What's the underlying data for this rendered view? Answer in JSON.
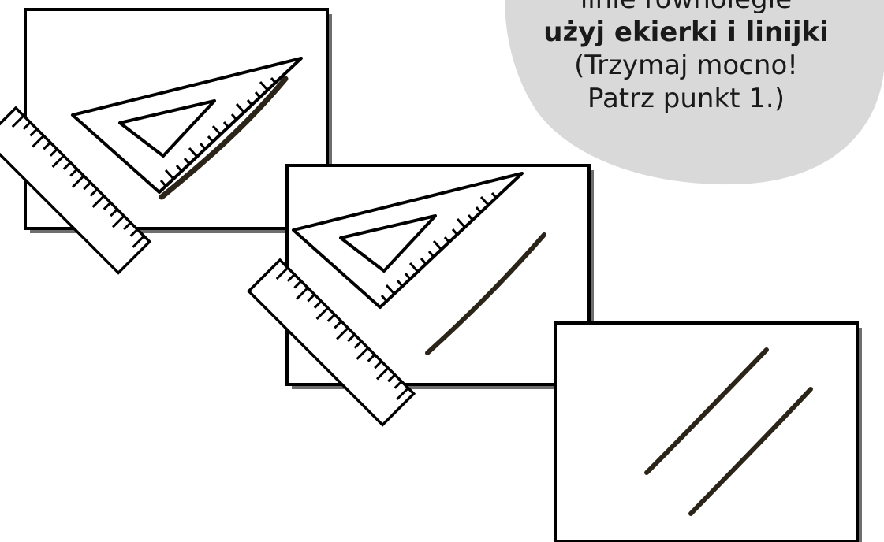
{
  "caption": {
    "line1": "linie równoległe",
    "line2": "użyj ekierki i linijki",
    "line3": "(Trzymaj mocno!",
    "line4": "Patrz punkt 1.)"
  },
  "colors": {
    "frame": "#000000",
    "shadow": "#6e6e6e",
    "bubble": "#d9d9d9",
    "drawn_line": "#2b2418"
  },
  "icons": [
    "set-square-icon",
    "ruler-icon"
  ]
}
